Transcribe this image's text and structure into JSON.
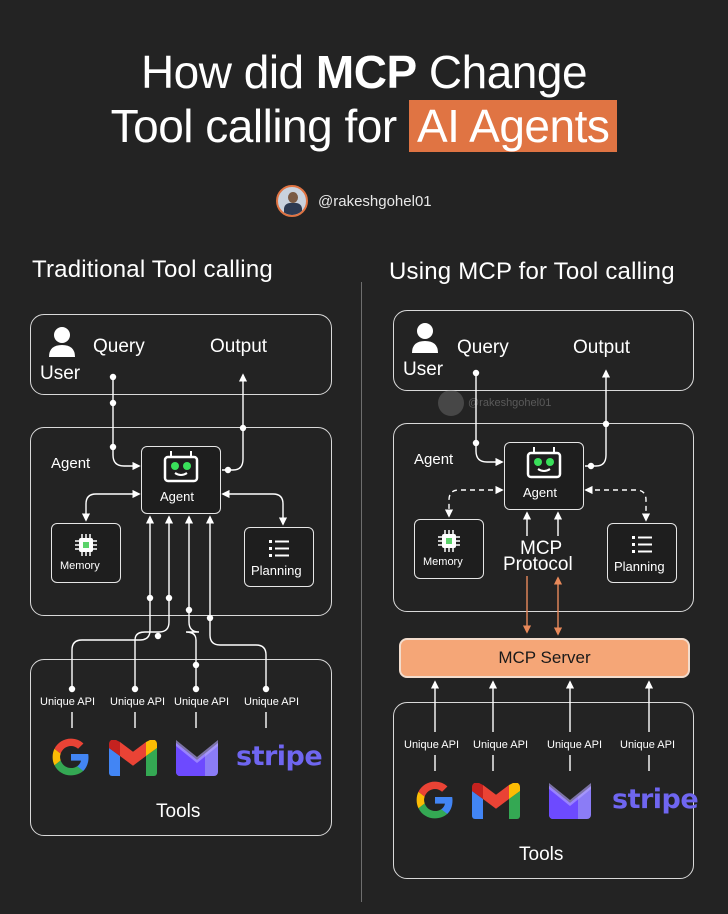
{
  "header": {
    "title_line1_pre": "How did ",
    "title_line1_bold": "MCP",
    "title_line1_post": " Change",
    "title_line2_pre": "Tool calling for ",
    "title_line2_highlight": "AI Agents",
    "author_handle": "@rakeshgohel01",
    "accent_color": "#e07443"
  },
  "left": {
    "section_title": "Traditional Tool calling",
    "query_label": "Query",
    "output_label": "Output",
    "user_label": "User",
    "agent_section_label": "Agent",
    "agent_node_label": "Agent",
    "memory_label": "Memory",
    "planning_label": "Planning",
    "api_labels": [
      "Unique API",
      "Unique API",
      "Unique API",
      "Unique API"
    ],
    "tools_label": "Tools",
    "stripe_label": "stripe"
  },
  "right": {
    "section_title": "Using MCP for Tool calling",
    "query_label": "Query",
    "output_label": "Output",
    "user_label": "User",
    "watermark": "@rakeshgohel01",
    "agent_section_label": "Agent",
    "agent_node_label": "Agent",
    "memory_label": "Memory",
    "planning_label": "Planning",
    "mcp_protocol_line1": "MCP",
    "mcp_protocol_line2": "Protocol",
    "mcp_server_label": "MCP Server",
    "api_labels": [
      "Unique API",
      "Unique API",
      "Unique API",
      "Unique API"
    ],
    "tools_label": "Tools",
    "stripe_label": "stripe",
    "mcp_color": "#f5a677"
  },
  "icons": [
    "user-icon",
    "robot-icon",
    "chip-icon",
    "list-icon",
    "google-icon",
    "gmail-icon",
    "proton-mail-icon",
    "stripe-logo"
  ]
}
